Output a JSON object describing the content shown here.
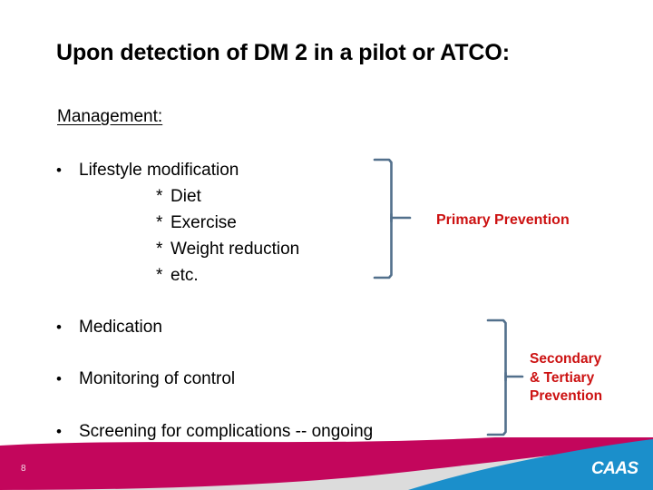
{
  "slide": {
    "title": "Upon detection of DM 2 in a pilot or ATCO:",
    "subheading": "Management:",
    "bullet_marker": "•",
    "sub_marker": "*",
    "bullets": [
      {
        "label": "Lifestyle modification"
      },
      {
        "label": "Medication"
      },
      {
        "label": "Monitoring of control"
      },
      {
        "label": "Screening for complications -- ongoing"
      }
    ],
    "sub_bullets": [
      {
        "label": "Diet"
      },
      {
        "label": "Exercise"
      },
      {
        "label": "Weight reduction"
      },
      {
        "label": "etc."
      }
    ],
    "annotations": [
      {
        "id": "primary",
        "line1": "Primary Prevention"
      },
      {
        "id": "secondary",
        "line1": "Secondary",
        "line2": "& Tertiary",
        "line3": "Prevention"
      }
    ]
  },
  "footer": {
    "page_number": "8",
    "logo_text": "CAAS"
  },
  "colors": {
    "text": "#000000",
    "annotation_red": "#cc1111",
    "brace_blue": "#52708c",
    "band_magenta": "#c3065c",
    "band_grey": "#dcdcdc",
    "band_blue": "#1b8fcb",
    "background": "#ffffff"
  }
}
